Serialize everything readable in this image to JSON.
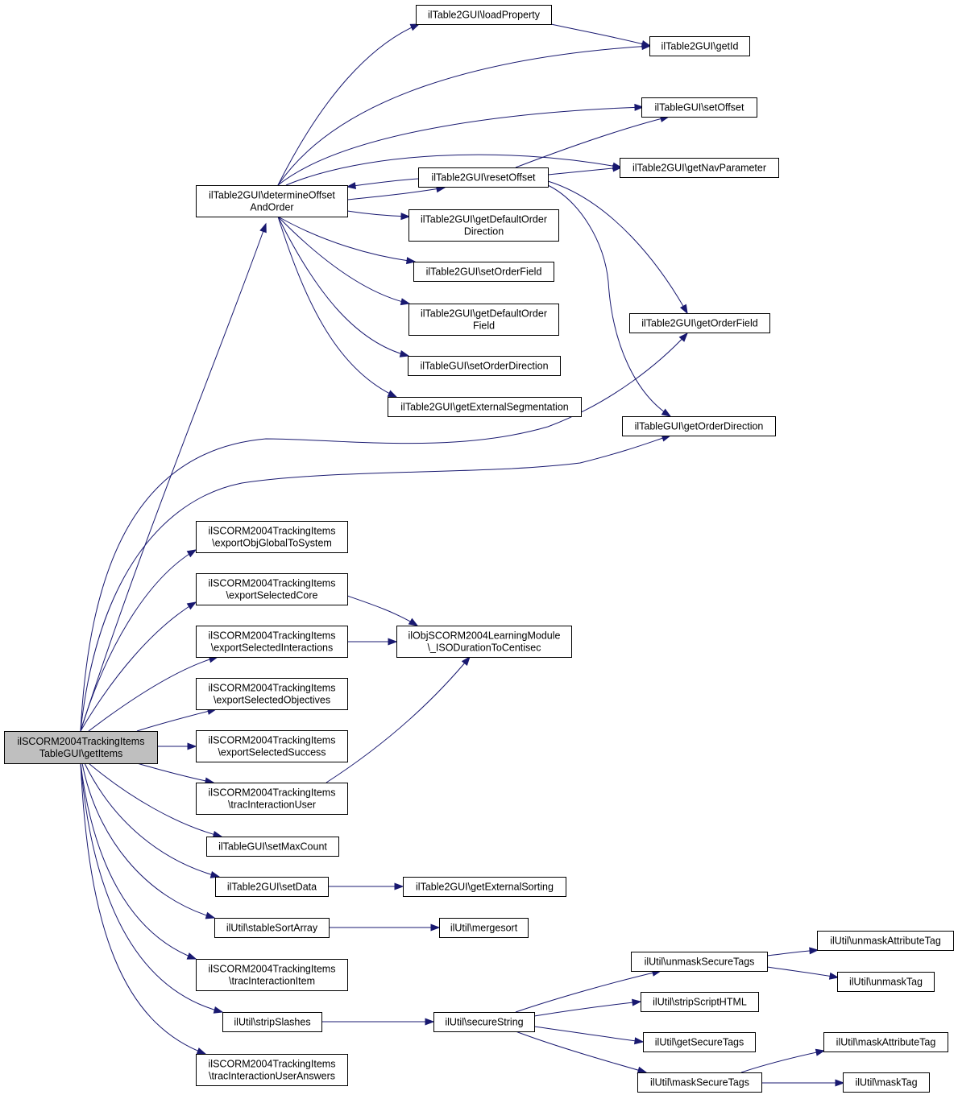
{
  "graph": {
    "nodes": [
      {
        "id": "root",
        "lines": [
          "ilSCORM2004TrackingItems",
          "TableGUI\\getItems"
        ],
        "highlight": true
      },
      {
        "id": "determine",
        "lines": [
          "ilTable2GUI\\determineOffset",
          "AndOrder"
        ]
      },
      {
        "id": "loadProperty",
        "lines": [
          "ilTable2GUI\\loadProperty"
        ]
      },
      {
        "id": "getId",
        "lines": [
          "ilTable2GUI\\getId"
        ]
      },
      {
        "id": "setOffset",
        "lines": [
          "ilTableGUI\\setOffset"
        ]
      },
      {
        "id": "resetOffset",
        "lines": [
          "ilTable2GUI\\resetOffset"
        ]
      },
      {
        "id": "getNavParameter",
        "lines": [
          "ilTable2GUI\\getNavParameter"
        ]
      },
      {
        "id": "getDefaultOrderDirection",
        "lines": [
          "ilTable2GUI\\getDefaultOrder",
          "Direction"
        ]
      },
      {
        "id": "setOrderField",
        "lines": [
          "ilTable2GUI\\setOrderField"
        ]
      },
      {
        "id": "getDefaultOrderField",
        "lines": [
          "ilTable2GUI\\getDefaultOrder",
          "Field"
        ]
      },
      {
        "id": "getOrderField",
        "lines": [
          "ilTable2GUI\\getOrderField"
        ]
      },
      {
        "id": "setOrderDirection",
        "lines": [
          "ilTableGUI\\setOrderDirection"
        ]
      },
      {
        "id": "getExternalSegmentation",
        "lines": [
          "ilTable2GUI\\getExternalSegmentation"
        ]
      },
      {
        "id": "getOrderDirection",
        "lines": [
          "ilTableGUI\\getOrderDirection"
        ]
      },
      {
        "id": "exportObjGlobal",
        "lines": [
          "ilSCORM2004TrackingItems",
          "\\exportObjGlobalToSystem"
        ]
      },
      {
        "id": "exportCore",
        "lines": [
          "ilSCORM2004TrackingItems",
          "\\exportSelectedCore"
        ]
      },
      {
        "id": "exportInteractions",
        "lines": [
          "ilSCORM2004TrackingItems",
          "\\exportSelectedInteractions"
        ]
      },
      {
        "id": "isoDuration",
        "lines": [
          "ilObjSCORM2004LearningModule",
          "\\_ISODurationToCentisec"
        ]
      },
      {
        "id": "exportObjectives",
        "lines": [
          "ilSCORM2004TrackingItems",
          "\\exportSelectedObjectives"
        ]
      },
      {
        "id": "exportSuccess",
        "lines": [
          "ilSCORM2004TrackingItems",
          "\\exportSelectedSuccess"
        ]
      },
      {
        "id": "tracUser",
        "lines": [
          "ilSCORM2004TrackingItems",
          "\\tracInteractionUser"
        ]
      },
      {
        "id": "setMaxCount",
        "lines": [
          "ilTableGUI\\setMaxCount"
        ]
      },
      {
        "id": "setData",
        "lines": [
          "ilTable2GUI\\setData"
        ]
      },
      {
        "id": "getExternalSorting",
        "lines": [
          "ilTable2GUI\\getExternalSorting"
        ]
      },
      {
        "id": "stableSort",
        "lines": [
          "ilUtil\\stableSortArray"
        ]
      },
      {
        "id": "mergesort",
        "lines": [
          "ilUtil\\mergesort"
        ]
      },
      {
        "id": "tracItem",
        "lines": [
          "ilSCORM2004TrackingItems",
          "\\tracInteractionItem"
        ]
      },
      {
        "id": "stripSlashes",
        "lines": [
          "ilUtil\\stripSlashes"
        ]
      },
      {
        "id": "secureString",
        "lines": [
          "ilUtil\\secureString"
        ]
      },
      {
        "id": "unmaskSecureTags",
        "lines": [
          "ilUtil\\unmaskSecureTags"
        ]
      },
      {
        "id": "unmaskAttributeTag",
        "lines": [
          "ilUtil\\unmaskAttributeTag"
        ]
      },
      {
        "id": "unmaskTag",
        "lines": [
          "ilUtil\\unmaskTag"
        ]
      },
      {
        "id": "stripScriptHTML",
        "lines": [
          "ilUtil\\stripScriptHTML"
        ]
      },
      {
        "id": "getSecureTags",
        "lines": [
          "ilUtil\\getSecureTags"
        ]
      },
      {
        "id": "maskSecureTags",
        "lines": [
          "ilUtil\\maskSecureTags"
        ]
      },
      {
        "id": "maskAttributeTag",
        "lines": [
          "ilUtil\\maskAttributeTag"
        ]
      },
      {
        "id": "maskTag",
        "lines": [
          "ilUtil\\maskTag"
        ]
      },
      {
        "id": "tracUserAnswers",
        "lines": [
          "ilSCORM2004TrackingItems",
          "\\tracInteractionUserAnswers"
        ]
      }
    ],
    "edges": [
      {
        "from": "root",
        "to": "determine"
      },
      {
        "from": "root",
        "to": "getOrderField"
      },
      {
        "from": "root",
        "to": "getOrderDirection"
      },
      {
        "from": "root",
        "to": "exportObjGlobal"
      },
      {
        "from": "root",
        "to": "exportCore"
      },
      {
        "from": "root",
        "to": "exportInteractions"
      },
      {
        "from": "root",
        "to": "exportObjectives"
      },
      {
        "from": "root",
        "to": "exportSuccess"
      },
      {
        "from": "root",
        "to": "tracUser"
      },
      {
        "from": "root",
        "to": "setMaxCount"
      },
      {
        "from": "root",
        "to": "setData"
      },
      {
        "from": "root",
        "to": "stableSort"
      },
      {
        "from": "root",
        "to": "tracItem"
      },
      {
        "from": "root",
        "to": "stripSlashes"
      },
      {
        "from": "root",
        "to": "tracUserAnswers"
      },
      {
        "from": "determine",
        "to": "loadProperty"
      },
      {
        "from": "determine",
        "to": "getId"
      },
      {
        "from": "determine",
        "to": "setOffset"
      },
      {
        "from": "determine",
        "to": "getNavParameter"
      },
      {
        "from": "determine",
        "to": "resetOffset"
      },
      {
        "from": "determine",
        "to": "getDefaultOrderDirection"
      },
      {
        "from": "determine",
        "to": "setOrderField"
      },
      {
        "from": "determine",
        "to": "getDefaultOrderField"
      },
      {
        "from": "determine",
        "to": "setOrderDirection"
      },
      {
        "from": "determine",
        "to": "getExternalSegmentation"
      },
      {
        "from": "loadProperty",
        "to": "getId"
      },
      {
        "from": "resetOffset",
        "to": "setOffset"
      },
      {
        "from": "resetOffset",
        "to": "getNavParameter"
      },
      {
        "from": "resetOffset",
        "to": "determine"
      },
      {
        "from": "resetOffset",
        "to": "getOrderField"
      },
      {
        "from": "resetOffset",
        "to": "getOrderDirection"
      },
      {
        "from": "exportCore",
        "to": "isoDuration"
      },
      {
        "from": "exportInteractions",
        "to": "isoDuration"
      },
      {
        "from": "tracUser",
        "to": "isoDuration"
      },
      {
        "from": "setData",
        "to": "getExternalSorting"
      },
      {
        "from": "stableSort",
        "to": "mergesort"
      },
      {
        "from": "stripSlashes",
        "to": "secureString"
      },
      {
        "from": "secureString",
        "to": "unmaskSecureTags"
      },
      {
        "from": "secureString",
        "to": "stripScriptHTML"
      },
      {
        "from": "secureString",
        "to": "getSecureTags"
      },
      {
        "from": "secureString",
        "to": "maskSecureTags"
      },
      {
        "from": "unmaskSecureTags",
        "to": "unmaskAttributeTag"
      },
      {
        "from": "unmaskSecureTags",
        "to": "unmaskTag"
      },
      {
        "from": "maskSecureTags",
        "to": "maskAttributeTag"
      },
      {
        "from": "maskSecureTags",
        "to": "maskTag"
      }
    ]
  }
}
